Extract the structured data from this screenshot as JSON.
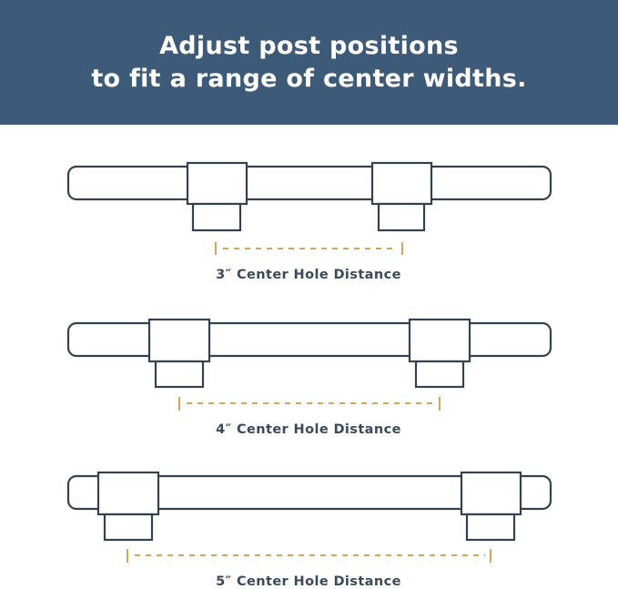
{
  "header": {
    "line1": "Adjust post positions",
    "line2": "to fit a range of center widths."
  },
  "colors": {
    "banner": "#3d5a78",
    "outline": "#34414f",
    "dimension": "#d4a55c",
    "caption": "#3b4a5a"
  },
  "handles": [
    {
      "caption": "3″ Center Hole Distance"
    },
    {
      "caption": "4″ Center Hole Distance"
    },
    {
      "caption": "5″ Center Hole Distance"
    }
  ]
}
